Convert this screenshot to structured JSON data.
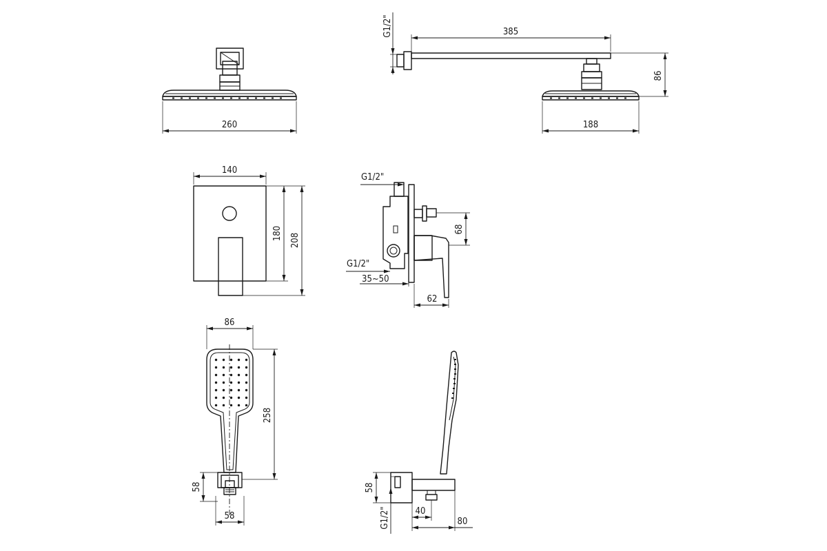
{
  "dimensions": {
    "head_front_width": "260",
    "arm_length": "385",
    "arm_thread": "G1/2\"",
    "arm_drop": "86",
    "head_side_width": "188",
    "plate_width": "140",
    "plate_inner_height": "180",
    "plate_outer_height": "208",
    "valve_top_thread": "G1/2\"",
    "valve_outlet_offset": "68",
    "valve_bottom_thread": "G1/2\"",
    "valve_depth": "35~50",
    "handle_projection": "62",
    "handshower_width": "86",
    "handshower_length": "258",
    "holder_front_height": "58",
    "holder_front_width": "58",
    "holder_side_height": "58",
    "holder_thread": "G1/2\"",
    "holder_outlet_offset": "40",
    "holder_projection": "80"
  },
  "colors": {
    "line": "#1a1a1a",
    "background": "#ffffff"
  }
}
